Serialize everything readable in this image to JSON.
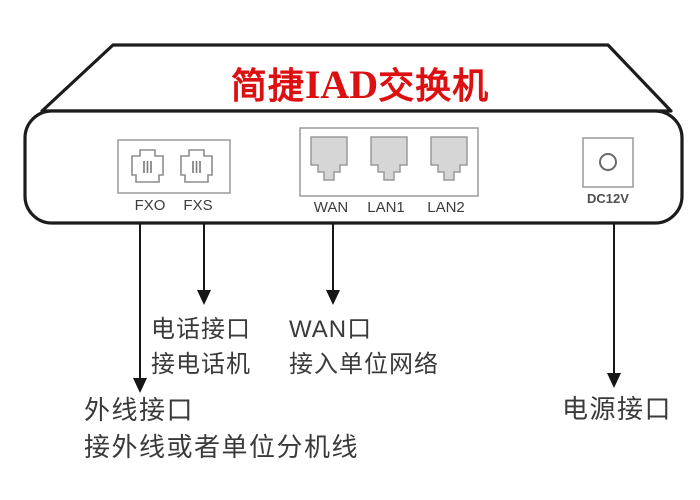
{
  "title": {
    "prefix": "简捷",
    "model": "IAD",
    "suffix": "交换机"
  },
  "panel": {
    "rj11_group": {
      "labels": [
        "FXO",
        "FXS"
      ]
    },
    "rj45_group": {
      "labels": [
        "WAN",
        "LAN1",
        "LAN2"
      ]
    },
    "power": {
      "label": "DC12V"
    }
  },
  "annotations": {
    "phone": {
      "line1": "电话接口",
      "line2": "接电话机"
    },
    "wan": {
      "line1": "WAN口",
      "line2": "接入单位网络"
    },
    "outside_line": {
      "line1": "外线接口",
      "line2": "接外线或者单位分机线"
    },
    "power": {
      "line1": "电源接口"
    }
  },
  "colors": {
    "title_red": "#dc1010",
    "outline": "#1c1c1c",
    "port_stroke": "#9a9a9a",
    "rj45_fill": "#d6d6d6",
    "label_text": "#3c3c3c",
    "annotation_text": "#3a3a3a"
  }
}
